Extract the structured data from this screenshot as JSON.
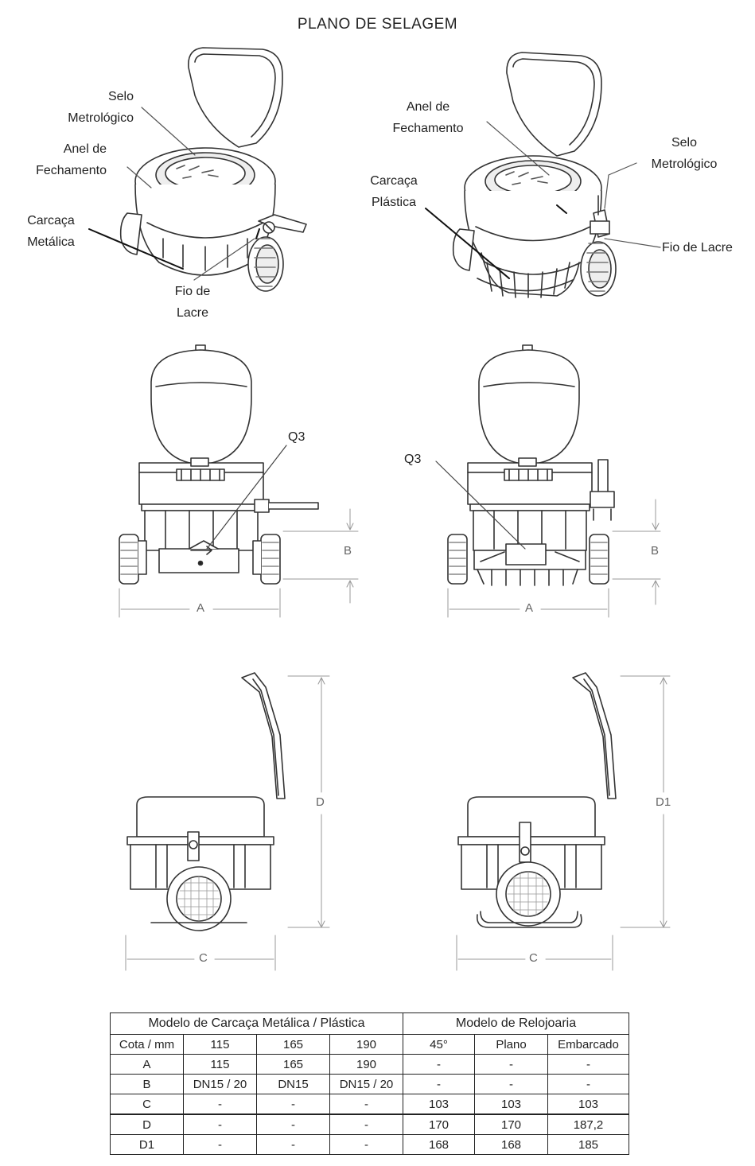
{
  "title": "PLANO DE SELAGEM",
  "top_left_labels": {
    "selo": "Selo",
    "metrologico": "Metrológico",
    "anel": "Anel de",
    "fechamento": "Fechamento",
    "carcaca": "Carcaça",
    "metalica": "Metálica",
    "fio": "Fio de",
    "lacre": "Lacre"
  },
  "top_right_labels": {
    "anel": "Anel de",
    "fechamento": "Fechamento",
    "selo": "Selo",
    "metrologico": "Metrológico",
    "carcaca": "Carcaça",
    "plastica": "Plástica",
    "fio_lacre": "Fio de Lacre"
  },
  "front_views": {
    "left": {
      "q3": "Q3",
      "width_label": "A",
      "height_label": "B"
    },
    "right": {
      "q3": "Q3",
      "width_label": "A",
      "height_label": "B"
    }
  },
  "side_views": {
    "left": {
      "width_label": "C",
      "height_label": "D"
    },
    "right": {
      "width_label": "C",
      "height_label": "D1"
    }
  },
  "table": {
    "group_headers": [
      "Modelo de Carcaça Metálica / Plástica",
      "Modelo de Relojoaria"
    ],
    "columns": [
      "Cota / mm",
      "115",
      "165",
      "190",
      "45°",
      "Plano",
      "Embarcado"
    ],
    "rows": [
      [
        "A",
        "115",
        "165",
        "190",
        "-",
        "-",
        "-"
      ],
      [
        "B",
        "DN15 / 20",
        "DN15",
        "DN15 / 20",
        "-",
        "-",
        "-"
      ],
      [
        "C",
        "-",
        "-",
        "-",
        "103",
        "103",
        "103"
      ],
      [
        "D",
        "-",
        "-",
        "-",
        "170",
        "170",
        "187,2"
      ],
      [
        "D1",
        "-",
        "-",
        "-",
        "168",
        "168",
        "185"
      ]
    ]
  }
}
